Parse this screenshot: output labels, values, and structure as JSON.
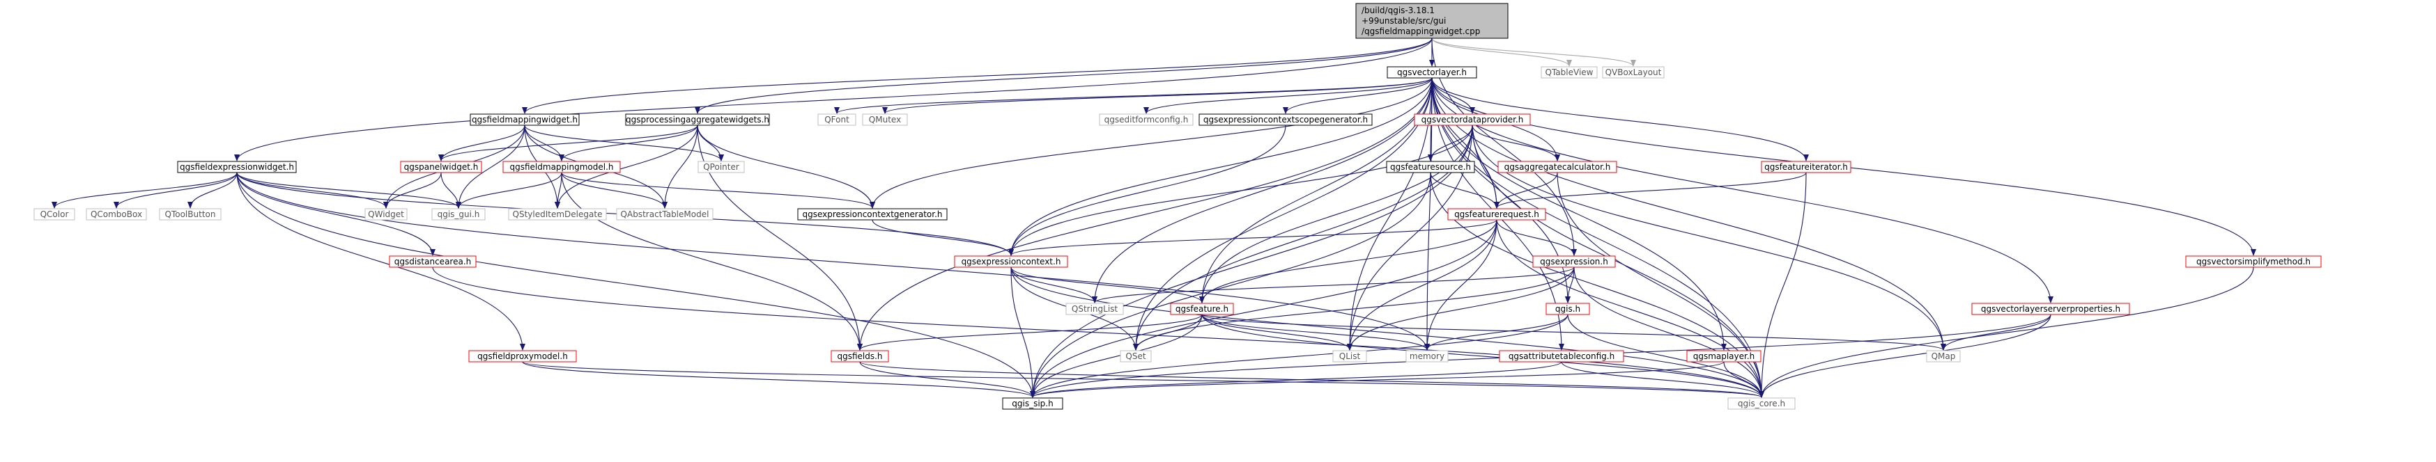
{
  "diagram": {
    "title_lines": [
      "/build/qgis-3.18.1",
      "+99unstable/src/gui",
      "/qgsfieldmappingwidget.cpp"
    ],
    "colors": {
      "node_normal_border": "#000000",
      "node_external_border": "#bfbfbf",
      "node_partial_border": "#ff0000",
      "root_fill": "#bfbfbf",
      "arrow_color": "#191970",
      "ext_arrow_color": "#a9a9a9",
      "external_text": "#555555"
    },
    "nodes": [
      {
        "id": "root",
        "label": "",
        "kind": "root"
      },
      {
        "id": "qgsvectorlayer",
        "label": "qgsvectorlayer.h",
        "kind": "normal"
      },
      {
        "id": "qtableview",
        "label": "QTableView",
        "kind": "external"
      },
      {
        "id": "qvboxlayout",
        "label": "QVBoxLayout",
        "kind": "external"
      },
      {
        "id": "qgsfieldmappingwidget",
        "label": "qgsfieldmappingwidget.h",
        "kind": "normal"
      },
      {
        "id": "qgsprocessingaggregatewidgets",
        "label": "qgsprocessingaggregatewidgets.h",
        "kind": "normal"
      },
      {
        "id": "qgsfieldexpressionwidget",
        "label": "qgsfieldexpressionwidget.h",
        "kind": "normal"
      },
      {
        "id": "qfont",
        "label": "QFont",
        "kind": "external"
      },
      {
        "id": "qmutex",
        "label": "QMutex",
        "kind": "external"
      },
      {
        "id": "qgseditformconfig",
        "label": "qgseditformconfig.h",
        "kind": "external"
      },
      {
        "id": "qgsexpressioncontextscopegenerator",
        "label": "qgsexpressioncontextscopegenerator.h",
        "kind": "normal"
      },
      {
        "id": "qgsvectordataprovider",
        "label": "qgsvectordataprovider.h",
        "kind": "partial"
      },
      {
        "id": "qgspanelwidget",
        "label": "qgspanelwidget.h",
        "kind": "partial"
      },
      {
        "id": "qgsfieldmappingmodel",
        "label": "qgsfieldmappingmodel.h",
        "kind": "partial"
      },
      {
        "id": "qpointer",
        "label": "QPointer",
        "kind": "external"
      },
      {
        "id": "qwidget",
        "label": "QWidget",
        "kind": "external"
      },
      {
        "id": "qgis_gui",
        "label": "qgis_gui.h",
        "kind": "external"
      },
      {
        "id": "qstyleditemdelegate",
        "label": "QStyledItemDelegate",
        "kind": "external"
      },
      {
        "id": "qabstracttablemodel",
        "label": "QAbstractTableModel",
        "kind": "external"
      },
      {
        "id": "qgsexpressioncontextgenerator",
        "label": "qgsexpressioncontextgenerator.h",
        "kind": "normal"
      },
      {
        "id": "qgsfeaturesource",
        "label": "qgsfeaturesource.h",
        "kind": "normal"
      },
      {
        "id": "qgsaggregatecalculator",
        "label": "qgsaggregatecalculator.h",
        "kind": "partial"
      },
      {
        "id": "qgsfeatureiterator",
        "label": "qgsfeatureiterator.h",
        "kind": "partial"
      },
      {
        "id": "qgsfeaturerequest",
        "label": "qgsfeaturerequest.h",
        "kind": "partial"
      },
      {
        "id": "qgsvectorsimplifymethod",
        "label": "qgsvectorsimplifymethod.h",
        "kind": "partial"
      },
      {
        "id": "qcolor",
        "label": "QColor",
        "kind": "external"
      },
      {
        "id": "qcombobox",
        "label": "QComboBox",
        "kind": "external"
      },
      {
        "id": "qtoolbutton",
        "label": "QToolButton",
        "kind": "external"
      },
      {
        "id": "qgsdistancearea",
        "label": "qgsdistancearea.h",
        "kind": "partial"
      },
      {
        "id": "qgsexpressioncontext",
        "label": "qgsexpressioncontext.h",
        "kind": "partial"
      },
      {
        "id": "qgsexpression",
        "label": "qgsexpression.h",
        "kind": "partial"
      },
      {
        "id": "qstringlist",
        "label": "QStringList",
        "kind": "external"
      },
      {
        "id": "qgsfeature",
        "label": "qgsfeature.h",
        "kind": "partial"
      },
      {
        "id": "qgis_h",
        "label": "qgis.h",
        "kind": "partial"
      },
      {
        "id": "qgsvectorlayerserverproperties",
        "label": "qgsvectorlayerserverproperties.h",
        "kind": "partial"
      },
      {
        "id": "qgsfieldproxymodel",
        "label": "qgsfieldproxymodel.h",
        "kind": "partial"
      },
      {
        "id": "qgsfields",
        "label": "qgsfields.h",
        "kind": "partial"
      },
      {
        "id": "qset",
        "label": "QSet",
        "kind": "external"
      },
      {
        "id": "qlist",
        "label": "QList",
        "kind": "external"
      },
      {
        "id": "memory",
        "label": "memory",
        "kind": "external"
      },
      {
        "id": "qmap",
        "label": "QMap",
        "kind": "external"
      },
      {
        "id": "qgsattributetableconfig",
        "label": "qgsattributetableconfig.h",
        "kind": "partial"
      },
      {
        "id": "qgsmaplayer",
        "label": "qgsmaplayer.h",
        "kind": "partial"
      },
      {
        "id": "qgis_sip",
        "label": "qgis_sip.h",
        "kind": "normal"
      },
      {
        "id": "qgis_core",
        "label": "qgis_core.h",
        "kind": "external"
      }
    ],
    "edges": [
      [
        "root",
        "qgsvectorlayer"
      ],
      [
        "root",
        "qtableview"
      ],
      [
        "root",
        "qvboxlayout"
      ],
      [
        "root",
        "qgsfieldmappingwidget"
      ],
      [
        "root",
        "qgsprocessingaggregatewidgets"
      ],
      [
        "root",
        "qgsfieldexpressionwidget"
      ],
      [
        "root",
        "qgsexpression"
      ],
      [
        "qgsvectorlayer",
        "qfont"
      ],
      [
        "qgsvectorlayer",
        "qmutex"
      ],
      [
        "qgsvectorlayer",
        "qgseditformconfig"
      ],
      [
        "qgsvectorlayer",
        "qgsexpressioncontextscopegenerator"
      ],
      [
        "qgsvectorlayer",
        "qgsvectordataprovider"
      ],
      [
        "qgsvectorlayer",
        "qgsfeaturesource"
      ],
      [
        "qgsvectorlayer",
        "qgsaggregatecalculator"
      ],
      [
        "qgsvectorlayer",
        "qgsfeatureiterator"
      ],
      [
        "qgsvectorlayer",
        "qgsfeaturerequest"
      ],
      [
        "qgsvectorlayer",
        "qgsvectorsimplifymethod"
      ],
      [
        "qgsvectorlayer",
        "qgsvectorlayerserverproperties"
      ],
      [
        "qgsvectorlayer",
        "qgsexpressioncontextgenerator"
      ],
      [
        "qgsvectorlayer",
        "qgsexpressioncontext"
      ],
      [
        "qgsvectorlayer",
        "qgsfeature"
      ],
      [
        "qgsvectorlayer",
        "qgsfields"
      ],
      [
        "qgsvectorlayer",
        "qset"
      ],
      [
        "qgsvectorlayer",
        "qlist"
      ],
      [
        "qgsvectorlayer",
        "memory"
      ],
      [
        "qgsvectorlayer",
        "qmap"
      ],
      [
        "qgsvectorlayer",
        "qgis_h"
      ],
      [
        "qgsvectorlayer",
        "qgsattributetableconfig"
      ],
      [
        "qgsvectorlayer",
        "qgsmaplayer"
      ],
      [
        "qgsvectorlayer",
        "qgis_core"
      ],
      [
        "qgsvectorlayer",
        "qstringlist"
      ],
      [
        "qgsfieldmappingwidget",
        "qgspanelwidget"
      ],
      [
        "qgsfieldmappingwidget",
        "qgsfieldmappingmodel"
      ],
      [
        "qgsfieldmappingwidget",
        "qpointer"
      ],
      [
        "qgsfieldmappingwidget",
        "qwidget"
      ],
      [
        "qgsfieldmappingwidget",
        "qgis_gui"
      ],
      [
        "qgsfieldmappingwidget",
        "qstyleditemdelegate"
      ],
      [
        "qgsfieldmappingwidget",
        "qabstracttablemodel"
      ],
      [
        "qgsprocessingaggregatewidgets",
        "qgspanelwidget"
      ],
      [
        "qgsprocessingaggregatewidgets",
        "qgsfieldmappingmodel"
      ],
      [
        "qgsprocessingaggregatewidgets",
        "qpointer"
      ],
      [
        "qgsprocessingaggregatewidgets",
        "qstyleditemdelegate"
      ],
      [
        "qgsprocessingaggregatewidgets",
        "qabstracttablemodel"
      ],
      [
        "qgsprocessingaggregatewidgets",
        "qgsexpressioncontextgenerator"
      ],
      [
        "qgsprocessingaggregatewidgets",
        "qgsfields"
      ],
      [
        "qgsfieldexpressionwidget",
        "qcolor"
      ],
      [
        "qgsfieldexpressionwidget",
        "qcombobox"
      ],
      [
        "qgsfieldexpressionwidget",
        "qtoolbutton"
      ],
      [
        "qgsfieldexpressionwidget",
        "qwidget"
      ],
      [
        "qgsfieldexpressionwidget",
        "qgis_gui"
      ],
      [
        "qgsfieldexpressionwidget",
        "qgsdistancearea"
      ],
      [
        "qgsfieldexpressionwidget",
        "qgsfieldproxymodel"
      ],
      [
        "qgsfieldexpressionwidget",
        "qgsexpressioncontext"
      ],
      [
        "qgsfieldexpressionwidget",
        "qgis_sip"
      ],
      [
        "qgsfieldexpressionwidget",
        "memory"
      ],
      [
        "qgspanelwidget",
        "qwidget"
      ],
      [
        "qgspanelwidget",
        "qgis_gui"
      ],
      [
        "qgsfieldmappingmodel",
        "qgis_gui"
      ],
      [
        "qgsfieldmappingmodel",
        "qstyleditemdelegate"
      ],
      [
        "qgsfieldmappingmodel",
        "qabstracttablemodel"
      ],
      [
        "qgsfieldmappingmodel",
        "qgsexpressioncontextgenerator"
      ],
      [
        "qgsfieldmappingmodel",
        "qgsfields"
      ],
      [
        "qgsexpressioncontextscopegenerator",
        "qgsexpressioncontext"
      ],
      [
        "qgsvectordataprovider",
        "qgsfeaturesource"
      ],
      [
        "qgsvectordataprovider",
        "qgsaggregatecalculator"
      ],
      [
        "qgsvectordataprovider",
        "qgsfeaturerequest"
      ],
      [
        "qgsvectordataprovider",
        "qgsexpressioncontext"
      ],
      [
        "qgsvectordataprovider",
        "qgsfeature"
      ],
      [
        "qgsvectordataprovider",
        "qset"
      ],
      [
        "qgsvectordataprovider",
        "qlist"
      ],
      [
        "qgsvectordataprovider",
        "qmap"
      ],
      [
        "qgsvectordataprovider",
        "qgis_sip"
      ],
      [
        "qgsvectordataprovider",
        "qgis_core"
      ],
      [
        "qgsexpressioncontextgenerator",
        "qgsexpressioncontext"
      ],
      [
        "qgsfeaturesource",
        "qgsfeaturerequest"
      ],
      [
        "qgsfeaturesource",
        "qgis_sip"
      ],
      [
        "qgsfeaturesource",
        "qgis_core"
      ],
      [
        "qgsaggregatecalculator",
        "qgsfeaturerequest"
      ],
      [
        "qgsaggregatecalculator",
        "qgis_core"
      ],
      [
        "qgsfeatureiterator",
        "qgsfeaturerequest"
      ],
      [
        "qgsfeatureiterator",
        "qgis_core"
      ],
      [
        "qgsfeaturerequest",
        "qgsexpressioncontext"
      ],
      [
        "qgsfeaturerequest",
        "qgsexpression"
      ],
      [
        "qgsfeaturerequest",
        "qgsfeature"
      ],
      [
        "qgsfeaturerequest",
        "qlist"
      ],
      [
        "qgsfeaturerequest",
        "memory"
      ],
      [
        "qgsfeaturerequest",
        "qgis_sip"
      ],
      [
        "qgsfeaturerequest",
        "qgis_core"
      ],
      [
        "qgsvectorsimplifymethod",
        "qgis_core"
      ],
      [
        "qgsvectorlayerserverproperties",
        "qmap"
      ],
      [
        "qgsvectorlayerserverproperties",
        "qgis_sip"
      ],
      [
        "qgsvectorlayerserverproperties",
        "qgis_core"
      ],
      [
        "qgsdistancearea",
        "qgis_core"
      ],
      [
        "qgsexpressioncontext",
        "qstringlist"
      ],
      [
        "qgsexpressioncontext",
        "qgsfeature"
      ],
      [
        "qgsexpressioncontext",
        "qset"
      ],
      [
        "qgsexpressioncontext",
        "qgis_sip"
      ],
      [
        "qgsexpressioncontext",
        "qgis_core"
      ],
      [
        "qgsexpression",
        "qstringlist"
      ],
      [
        "qgsexpression",
        "qgis_h"
      ],
      [
        "qgsexpression",
        "qset"
      ],
      [
        "qgsexpression",
        "qlist"
      ],
      [
        "qgsexpression",
        "qgis_core"
      ],
      [
        "qgsfeature",
        "qgsfields"
      ],
      [
        "qgsfeature",
        "qset"
      ],
      [
        "qgsfeature",
        "qlist"
      ],
      [
        "qgsfeature",
        "memory"
      ],
      [
        "qgsfeature",
        "qmap"
      ],
      [
        "qgsfeature",
        "qgis_sip"
      ],
      [
        "qgsfeature",
        "qgis_core"
      ],
      [
        "qgis_h",
        "memory"
      ],
      [
        "qgis_h",
        "qgis_sip"
      ],
      [
        "qgis_h",
        "qgis_core"
      ],
      [
        "qgsfieldproxymodel",
        "qgis_sip"
      ],
      [
        "qgsfieldproxymodel",
        "qgis_core"
      ],
      [
        "qgsfields",
        "qgis_sip"
      ],
      [
        "qgsfields",
        "qgis_core"
      ],
      [
        "qgsattributetableconfig",
        "qgis_sip"
      ],
      [
        "qgsattributetableconfig",
        "qgis_core"
      ],
      [
        "qgsmaplayer",
        "qgis_sip"
      ],
      [
        "qgsmaplayer",
        "qgis_core"
      ]
    ]
  }
}
